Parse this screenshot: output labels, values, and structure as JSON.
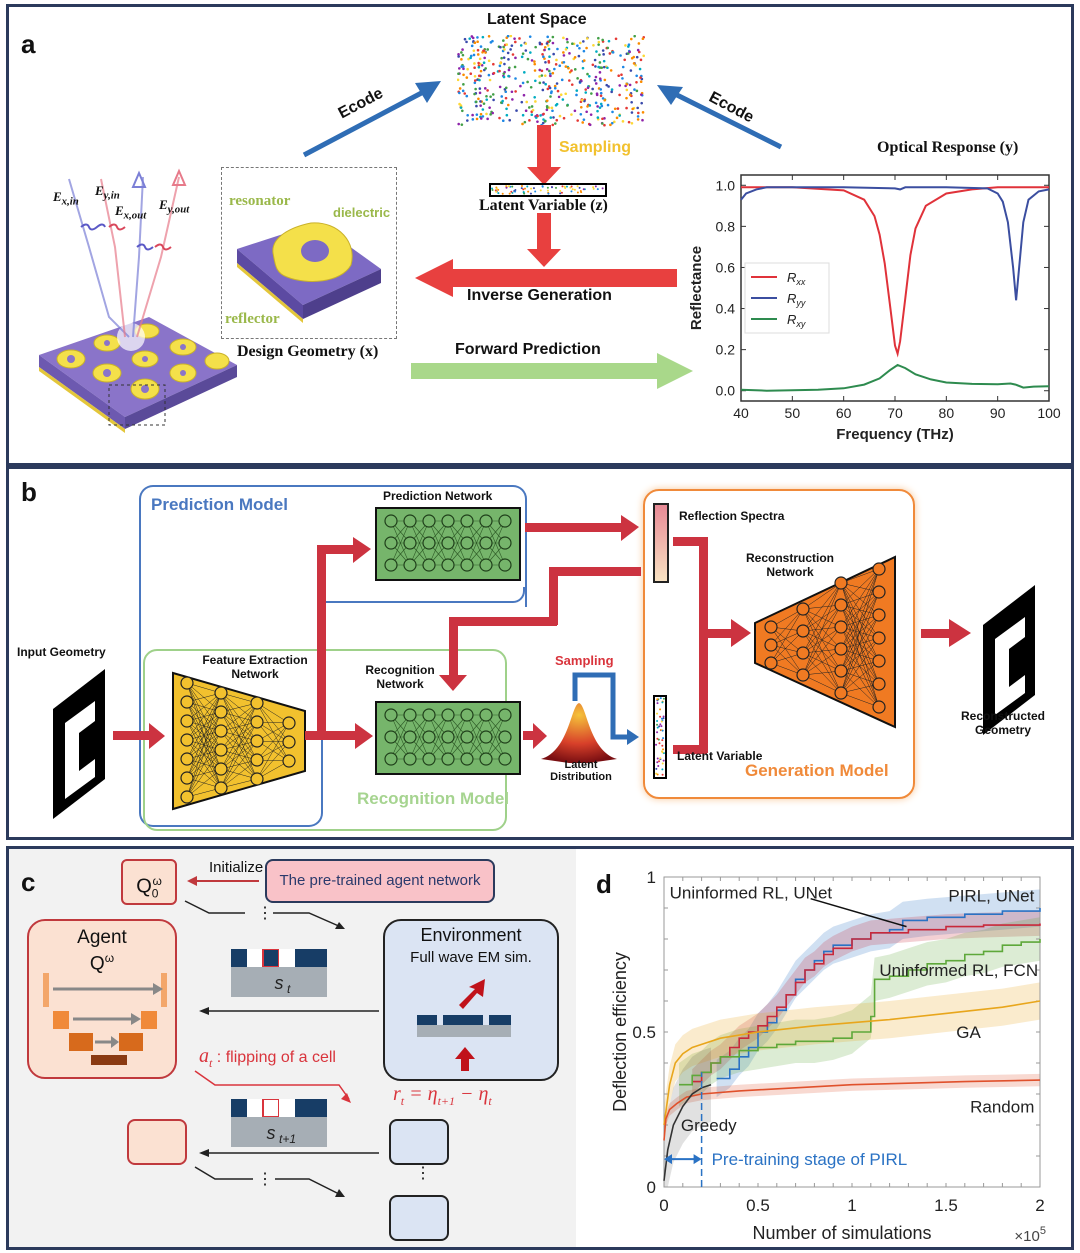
{
  "panel_a": {
    "label": "a",
    "latent_space_title": "Latent Space",
    "encode_left": "Ecode",
    "encode_right": "Ecode",
    "sampling": "Sampling",
    "latent_variable": "Latent Variable (z)",
    "inverse_generation": "Inverse Generation",
    "forward_prediction": "Forward Prediction",
    "design_geometry": "Design Geometry (x)",
    "resonator": "resonator",
    "dielectric": "dielectric",
    "reflector": "reflector",
    "fields": [
      "E_x,in",
      "E_y,in",
      "E_x,out",
      "E_y,out"
    ],
    "colors": {
      "red_arrow": "#e8403f",
      "blue_arrow": "#2f6db5",
      "green_arrow": "#a9d88a",
      "sampling_text": "#f2c12e",
      "label_green": "#9ab84a"
    }
  },
  "panel_b": {
    "label": "b",
    "input_geometry": "Input Geometry",
    "prediction_model": "Prediction Model",
    "prediction_network": "Prediction Network",
    "feature_extraction": "Feature Extraction Network",
    "recognition_network": "Recognition Network",
    "recognition_model": "Recognition Model",
    "sampling": "Sampling",
    "latent_distribution": "Latent Distribution",
    "reflection_spectra": "Reflection Spectra",
    "latent_variable": "Latent Variable",
    "reconstruction_network": "Reconstruction Network",
    "generation_model": "Generation Model",
    "reconstructed_geometry": "Reconstructed Geometry",
    "colors": {
      "prediction": "#4a78c0",
      "recognition": "#9fd18a",
      "generation": "#f08a3a",
      "arrow": "#cc3340"
    }
  },
  "panel_c": {
    "label": "c",
    "q0": "Q₀^ω",
    "initialize": "Initialize",
    "pretrained": "The pre-trained agent network",
    "agent_title": "Agent",
    "agent_q": "Qω",
    "environment_title": "Environment",
    "environment_sub": "Full wave EM sim.",
    "state_t": "s_t",
    "state_t1": "s_t+1",
    "action": "a_t",
    "action_text": ": flipping of a cell",
    "reward": "r_t = η_t+1 − η_t",
    "ellipsis": "⋮"
  },
  "chart_data": [
    {
      "id": "optical-response",
      "type": "line",
      "title": "Optical Response (y)",
      "xlabel": "Frequency (THz)",
      "ylabel": "Reflectance",
      "xlim": [
        40,
        100
      ],
      "ylim": [
        0,
        1.0
      ],
      "xticks": [
        40,
        50,
        60,
        70,
        80,
        90,
        100
      ],
      "yticks": [
        0.0,
        0.2,
        0.4,
        0.6,
        0.8,
        1.0
      ],
      "legend": "center-left",
      "series": [
        {
          "name": "Rxx",
          "color": "#e0323a",
          "x": [
            40,
            50,
            60,
            64,
            66,
            67,
            68,
            69,
            70,
            70.5,
            71,
            72,
            73,
            74,
            76,
            80,
            85,
            90,
            100
          ],
          "y": [
            0.99,
            0.99,
            0.975,
            0.93,
            0.85,
            0.76,
            0.62,
            0.42,
            0.22,
            0.18,
            0.24,
            0.45,
            0.66,
            0.79,
            0.9,
            0.96,
            0.98,
            0.99,
            0.99
          ]
        },
        {
          "name": "Ryy",
          "color": "#3b4ea0",
          "x": [
            40,
            41,
            43,
            45,
            60,
            70,
            71,
            72,
            80,
            88,
            90,
            91,
            92,
            93,
            93.6,
            94,
            95,
            96,
            98,
            100
          ],
          "y": [
            0.93,
            0.96,
            0.98,
            0.99,
            0.99,
            0.985,
            0.98,
            0.99,
            0.99,
            0.985,
            0.96,
            0.92,
            0.82,
            0.6,
            0.44,
            0.55,
            0.82,
            0.93,
            0.97,
            0.98
          ]
        },
        {
          "name": "Rxy",
          "color": "#2e8b4f",
          "x": [
            40,
            45,
            50,
            55,
            60,
            64,
            67,
            69,
            70.5,
            72,
            74,
            77,
            80,
            85,
            90,
            92.5,
            93.5,
            95,
            97,
            100
          ],
          "y": [
            0.005,
            0.0,
            0.002,
            0.005,
            0.012,
            0.03,
            0.06,
            0.1,
            0.125,
            0.11,
            0.08,
            0.055,
            0.04,
            0.033,
            0.032,
            0.035,
            0.03,
            0.015,
            0.02,
            0.022
          ]
        }
      ]
    },
    {
      "id": "deflection-efficiency",
      "type": "line",
      "xlabel": "Number of simulations",
      "x_multiplier": "×10^5",
      "ylabel": "Deflection efficiency",
      "xlim": [
        0,
        2
      ],
      "ylim": [
        0,
        1
      ],
      "xticks": [
        0,
        0.5,
        1,
        1.5,
        2
      ],
      "yticks": [
        0,
        0.5,
        1
      ],
      "pretraining_end": 0.2,
      "pretraining_label": "Pre-training stage of PIRL",
      "series": [
        {
          "name": "PIRL, UNet",
          "color": "#2a72c4",
          "x": [
            0.28,
            0.35,
            0.4,
            0.45,
            0.5,
            0.55,
            0.6,
            0.65,
            0.7,
            0.75,
            0.8,
            0.85,
            0.9,
            1.0,
            1.1,
            1.2,
            1.27,
            1.4,
            1.6,
            1.8,
            2.0
          ],
          "y": [
            0.35,
            0.38,
            0.42,
            0.45,
            0.5,
            0.53,
            0.57,
            0.62,
            0.67,
            0.7,
            0.73,
            0.76,
            0.78,
            0.8,
            0.82,
            0.83,
            0.86,
            0.87,
            0.88,
            0.89,
            0.9
          ]
        },
        {
          "name": "Uninformed RL, UNet",
          "color": "#c8283a",
          "x": [
            0.15,
            0.2,
            0.25,
            0.3,
            0.35,
            0.4,
            0.45,
            0.5,
            0.55,
            0.6,
            0.65,
            0.7,
            0.75,
            0.8,
            0.85,
            0.9,
            1.0,
            1.1,
            1.3,
            1.5,
            1.7,
            2.0
          ],
          "y": [
            0.34,
            0.37,
            0.4,
            0.42,
            0.45,
            0.48,
            0.5,
            0.52,
            0.55,
            0.58,
            0.62,
            0.66,
            0.7,
            0.72,
            0.75,
            0.77,
            0.8,
            0.82,
            0.83,
            0.84,
            0.845,
            0.85
          ]
        },
        {
          "name": "Uninformed RL, FCN",
          "color": "#5ea83a",
          "x": [
            0.08,
            0.15,
            0.2,
            0.25,
            0.3,
            0.4,
            0.5,
            0.6,
            0.7,
            0.8,
            0.9,
            1.0,
            1.1,
            1.12,
            1.2,
            1.3,
            1.4,
            1.5,
            1.6,
            1.7,
            1.8,
            1.9,
            2.0
          ],
          "y": [
            0.33,
            0.36,
            0.37,
            0.4,
            0.42,
            0.44,
            0.45,
            0.46,
            0.47,
            0.47,
            0.48,
            0.5,
            0.55,
            0.67,
            0.68,
            0.7,
            0.72,
            0.73,
            0.75,
            0.76,
            0.78,
            0.79,
            0.8
          ]
        },
        {
          "name": "GA",
          "color": "#e8a61c",
          "x": [
            0.0,
            0.03,
            0.06,
            0.1,
            0.15,
            0.2,
            0.3,
            0.5,
            0.8,
            1.0,
            1.2,
            1.5,
            1.8,
            2.0
          ],
          "y": [
            0.2,
            0.33,
            0.4,
            0.43,
            0.45,
            0.46,
            0.48,
            0.5,
            0.52,
            0.53,
            0.54,
            0.56,
            0.58,
            0.6
          ]
        },
        {
          "name": "Random",
          "color": "#e0512c",
          "x": [
            0.0,
            0.01,
            0.03,
            0.07,
            0.12,
            0.2,
            0.4,
            0.7,
            1.0,
            1.3,
            1.6,
            2.0
          ],
          "y": [
            0.15,
            0.22,
            0.25,
            0.27,
            0.29,
            0.3,
            0.31,
            0.32,
            0.33,
            0.335,
            0.34,
            0.345
          ]
        },
        {
          "name": "Greedy",
          "color": "#333333",
          "x": [
            0.0,
            0.02,
            0.05,
            0.1,
            0.15,
            0.2,
            0.25
          ],
          "y": [
            0.02,
            0.12,
            0.2,
            0.26,
            0.3,
            0.32,
            0.33
          ]
        }
      ],
      "annotations": [
        "Uninformed RL, UNet",
        "PIRL, UNet",
        "Uninformed RL, FCN",
        "GA",
        "Random",
        "Greedy"
      ]
    }
  ]
}
